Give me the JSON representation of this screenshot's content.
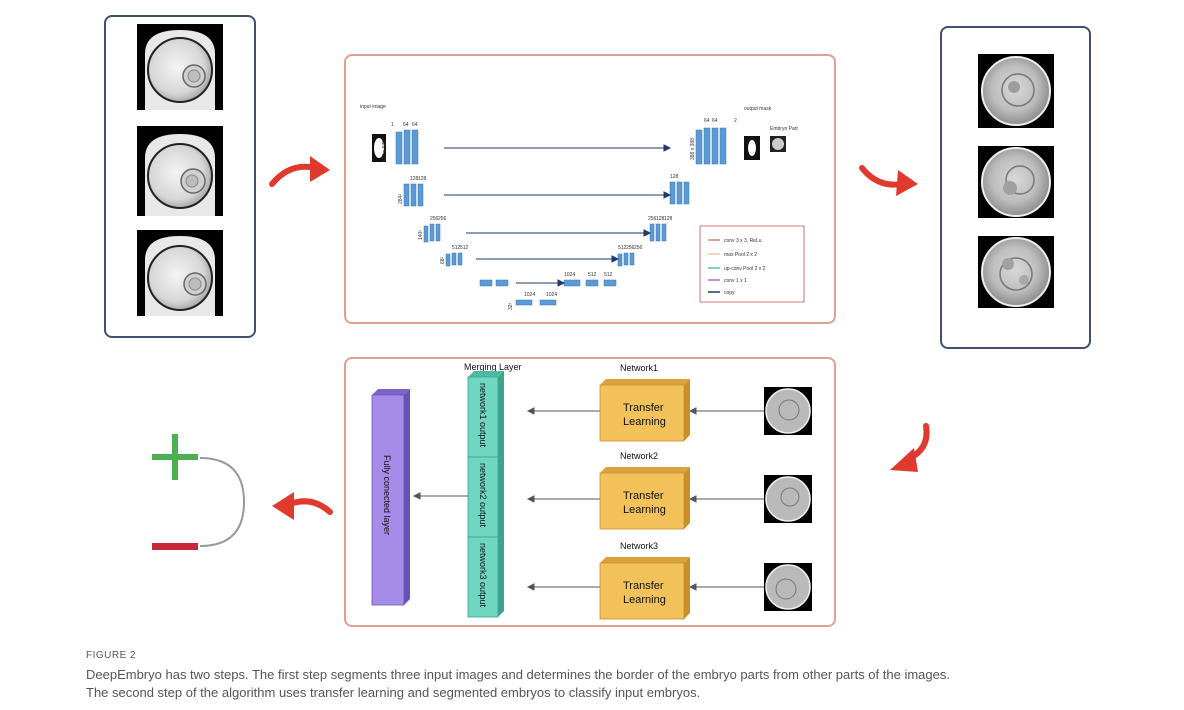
{
  "unet": {
    "input_label": "input image",
    "output_label": "output mask",
    "part_label": "Embryo Part",
    "channels": {
      "l1": [
        "1",
        "64",
        "64"
      ],
      "l2": [
        "128",
        "128"
      ],
      "l3": [
        "256",
        "256"
      ],
      "l4": [
        "512",
        "512"
      ],
      "l5": [
        "1024",
        "1024"
      ],
      "d4": [
        "1024",
        "512",
        "512"
      ],
      "d3": [
        "512",
        "256",
        "256"
      ],
      "d2": [
        "256",
        "128",
        "128"
      ],
      "d1": [
        "128",
        "64",
        "64",
        "2"
      ]
    },
    "sizes": {
      "l1": "572 x 572",
      "l2": "284²",
      "l3": "140²",
      "l4": "68²",
      "l5": "32²",
      "out": "388 x 388"
    },
    "legend": [
      {
        "text": "conv 3 x 3, ReLu",
        "color": "#e07a7a"
      },
      {
        "text": "max Pool 2 x 2",
        "color": "#f2c4a0"
      },
      {
        "text": "up-conv Pool 2 x 2",
        "color": "#57c4b8"
      },
      {
        "text": "conv 1 x 1",
        "color": "#b070c0"
      },
      {
        "text": "copy",
        "color": "#1f3a6b"
      }
    ]
  },
  "network": {
    "merging_title": "Merging Layer",
    "fc_label": "Fully conected layer",
    "merge_labels": [
      "network1 output",
      "network2 output",
      "network3 output"
    ],
    "nets": [
      {
        "title": "Network1",
        "box_line1": "Transfer",
        "box_line2": "Learning"
      },
      {
        "title": "Network2",
        "box_line1": "Transfer",
        "box_line2": "Learning"
      },
      {
        "title": "Network3",
        "box_line1": "Transfer",
        "box_line2": "Learning"
      }
    ]
  },
  "caption": {
    "figure": "FIGURE 2",
    "line1": "DeepEmbryo has two steps. The first step segments three input images and determines the border of the embryo parts from other parts of the images.",
    "line2": "The second step of the algorithm uses transfer learning and segmented embryos to classify input embryos."
  },
  "colors": {
    "arrow": "#e03a2f",
    "plus": "#4caf50",
    "minus": "#c62839",
    "fc": "#a58ce8",
    "merge": "#6fd6c0",
    "tl_box": "#f2c15a"
  }
}
